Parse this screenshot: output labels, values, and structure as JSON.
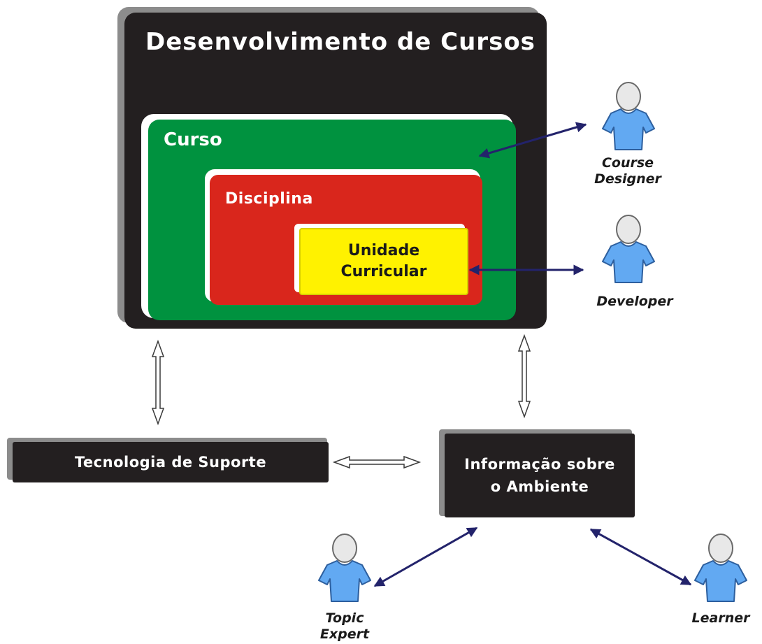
{
  "main": {
    "title": "Desenvolvimento de Cursos"
  },
  "curso": {
    "title": "Curso"
  },
  "disciplina": {
    "title": "Disciplina"
  },
  "unidade": {
    "label": "Unidade\nCurricular"
  },
  "tecnologia": {
    "label": "Tecnologia de Suporte"
  },
  "informacao": {
    "label": "Informação sobre\no Ambiente"
  },
  "actors": {
    "course_designer": "Course\nDesigner",
    "developer": "Developer",
    "topic_expert": "Topic\nExpert",
    "learner": "Learner"
  },
  "icons": {
    "actor": "user-icon"
  },
  "colors": {
    "dark_box": "#231f20",
    "curso": "#00923f",
    "disciplina": "#d9261c",
    "unidade": "#fff200",
    "actor": "#62a9f2",
    "arrow": "#23236b"
  }
}
